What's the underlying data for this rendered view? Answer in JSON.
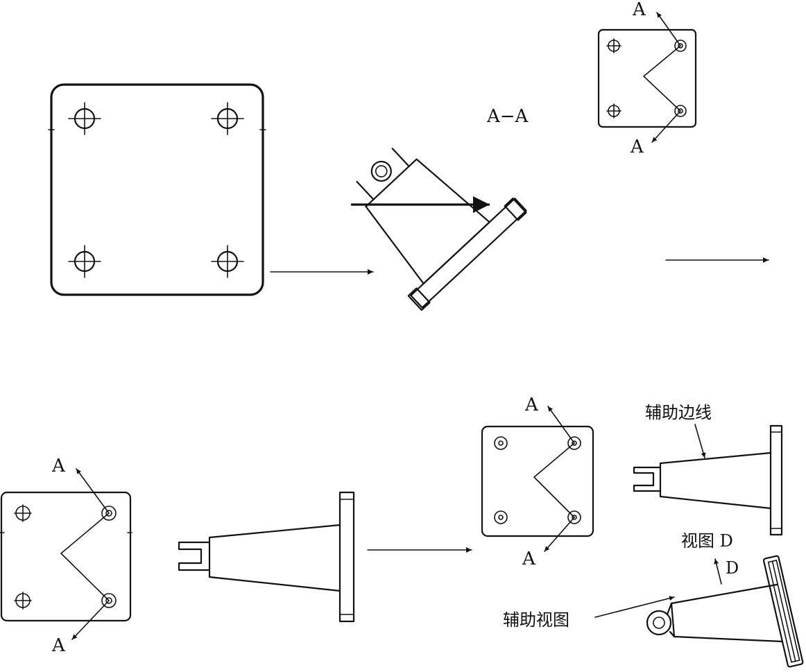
{
  "labels": {
    "section_title": "A−A",
    "section_letter": "A",
    "view_letter": "D",
    "view_d": "视图 D",
    "aux_edge": "辅助边线",
    "aux_view": "辅助视图"
  },
  "colors": {
    "ink": "#111111",
    "background": "#ffffff"
  }
}
